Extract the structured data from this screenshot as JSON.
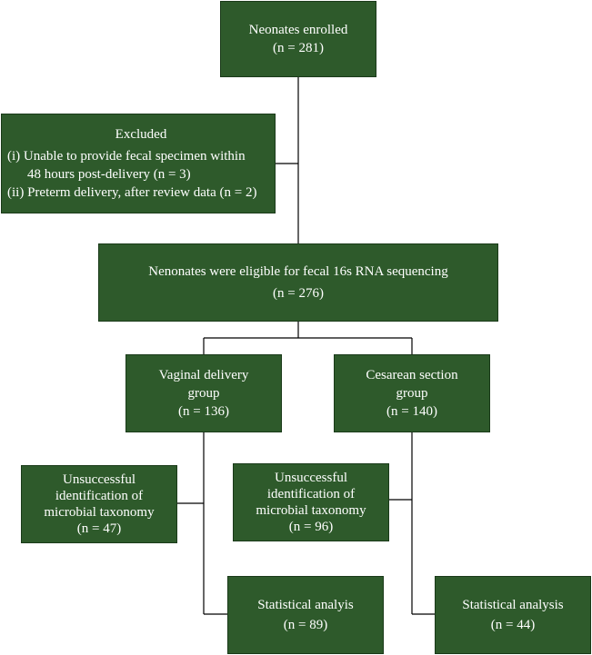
{
  "enrolled": {
    "title": "Neonates enrolled",
    "count": "(n = 281)"
  },
  "excluded": {
    "title": "Excluded",
    "item1_line1": "(i) Unable to provide fecal specimen within",
    "item1_line2": "48 hours post-delivery (n = 3)",
    "item2": "(ii) Preterm delivery, after review data (n = 2)"
  },
  "eligible": {
    "title": "Nenonates were eligible for fecal 16s RNA sequencing",
    "count": "(n = 276)"
  },
  "vaginal": {
    "line1": "Vaginal delivery",
    "line2": "group",
    "count": "(n = 136)"
  },
  "cesarean": {
    "line1": "Cesarean section",
    "line2": "group",
    "count": "(n = 140)"
  },
  "unsuccessful_vaginal": {
    "line1": "Unsuccessful",
    "line2": "identification of",
    "line3": "microbial taxonomy",
    "count": "(n = 47)"
  },
  "unsuccessful_cesarean": {
    "line1": "Unsuccessful",
    "line2": "identification of",
    "line3": "microbial taxonomy",
    "count": "(n = 96)"
  },
  "analysis_vaginal": {
    "title": "Statistical analyis",
    "count": "(n = 89)"
  },
  "analysis_cesarean": {
    "title": "Statistical analysis",
    "count": "(n = 44)"
  }
}
